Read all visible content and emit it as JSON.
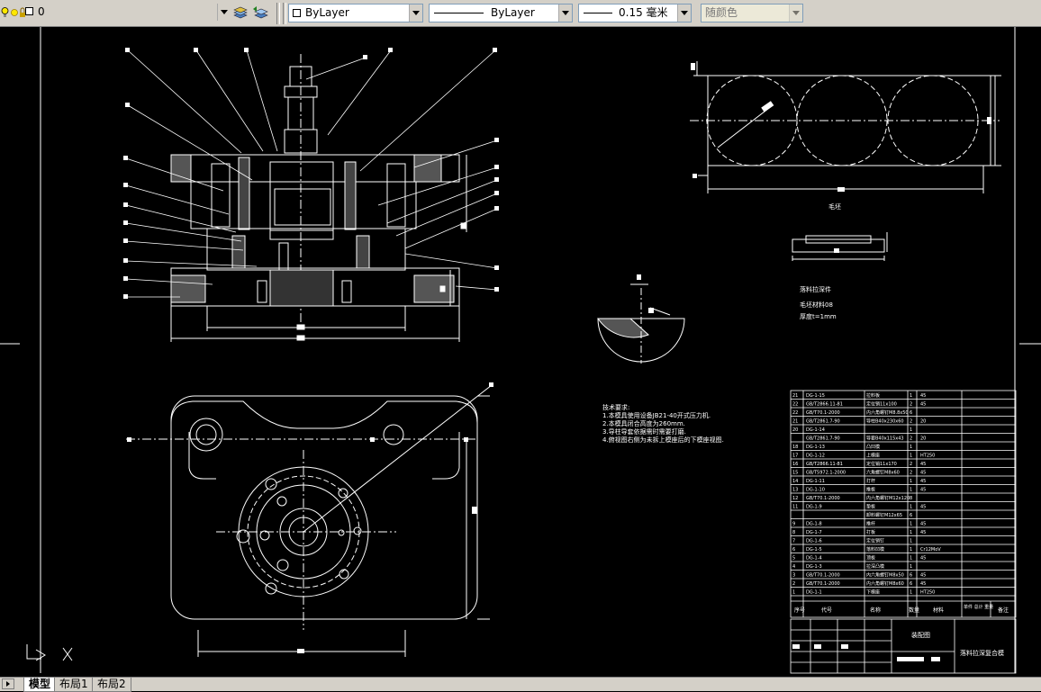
{
  "toolbar": {
    "layer_value": "0",
    "color_value": "ByLayer",
    "linetype_value": "ByLayer",
    "lineweight_value": "0.15 毫米",
    "plotstyle_value": "随颜色"
  },
  "tabs": {
    "model": "模型",
    "layout1": "布局1",
    "layout2": "布局2"
  },
  "drawing": {
    "blank_label": "毛坯",
    "part_title": "落料拉深件",
    "material": "毛坯材料08",
    "thickness": "厚度t=1mm",
    "tech_title": "技术要求:",
    "tech_lines": [
      "1.本模具使用设备JB21-40开式压力机.",
      "2.本模具闭合高度为260mm.",
      "3.导柱导套依据需时需要打磨.",
      "4.俯视图右侧为未拆上模座后的下模座视图."
    ],
    "bom": [
      [
        "21",
        "DG-1-15",
        "拉料板",
        "1",
        "45"
      ],
      [
        "22",
        "GB/T2866.11-81",
        "定位销11x100",
        "2",
        "45"
      ],
      [
        "22",
        "GB/T70.1-2000",
        "内六角螺钉M8.8x50",
        "6",
        ""
      ],
      [
        "21",
        "GB/T2861.7-90",
        "导柱B40x230x60",
        "2",
        "20"
      ],
      [
        "20",
        "DG-1-14",
        "",
        "1",
        ""
      ],
      [
        "",
        "GB/T2861.7-90",
        "导套B40x115x43",
        "2",
        "20"
      ],
      [
        "18",
        "DG-1-13",
        "凸凹模",
        "1",
        ""
      ],
      [
        "17",
        "DG-1-12",
        "上模座",
        "1",
        "HT250"
      ],
      [
        "16",
        "GB/T2866.11-81",
        "定位销11x170",
        "2",
        "45"
      ],
      [
        "15",
        "GB/T5972.1-2000",
        "六角螺钉M8x60",
        "2",
        "45"
      ],
      [
        "14",
        "DG-1-11",
        "打杆",
        "1",
        "45"
      ],
      [
        "13",
        "DG-1-10",
        "推板",
        "1",
        "45"
      ],
      [
        "12",
        "GB/T70.1-2000",
        "内六角螺钉M12x120",
        "8",
        ""
      ],
      [
        "11",
        "DG-1-9",
        "垫板",
        "1",
        "45"
      ],
      [
        "",
        "",
        "卸料螺钉M12x65",
        "6",
        ""
      ],
      [
        "9",
        "DG-1-8",
        "推杆",
        "1",
        "45"
      ],
      [
        "8",
        "DG-1-7",
        "打板",
        "1",
        "45"
      ],
      [
        "7",
        "DG-1-6",
        "定位销钉",
        "1",
        ""
      ],
      [
        "6",
        "DG-1-5",
        "落料凹模",
        "1",
        "Cr12MoV"
      ],
      [
        "5",
        "DG-1-4",
        "顶板",
        "1",
        "45"
      ],
      [
        "4",
        "DG-1-3",
        "拉深凸模",
        "1",
        ""
      ],
      [
        "3",
        "GB/T70.1-2000",
        "内六角螺钉M8x50",
        "6",
        "45"
      ],
      [
        "2",
        "GB/T70.1-2000",
        "内六角螺钉M8x60",
        "6",
        "45"
      ],
      [
        "1",
        "DG-1-1",
        "下模座",
        "1",
        "HT250"
      ]
    ],
    "bom_header": [
      "序号",
      "代号",
      "名称",
      "数量",
      "材料",
      "单件 总计 重量",
      "备注"
    ],
    "title_block": {
      "drawing": "装配图",
      "name": "落料拉深复合模"
    }
  },
  "colors": {
    "background": "#000000",
    "line": "#ffffff",
    "toolbar": "#d4d0c8"
  },
  "icons": [
    "layer-state-icon",
    "lightbulb-icon",
    "sun-icon",
    "lock-icon",
    "layers-icon",
    "layer-previous-icon",
    "ucs-icon"
  ]
}
